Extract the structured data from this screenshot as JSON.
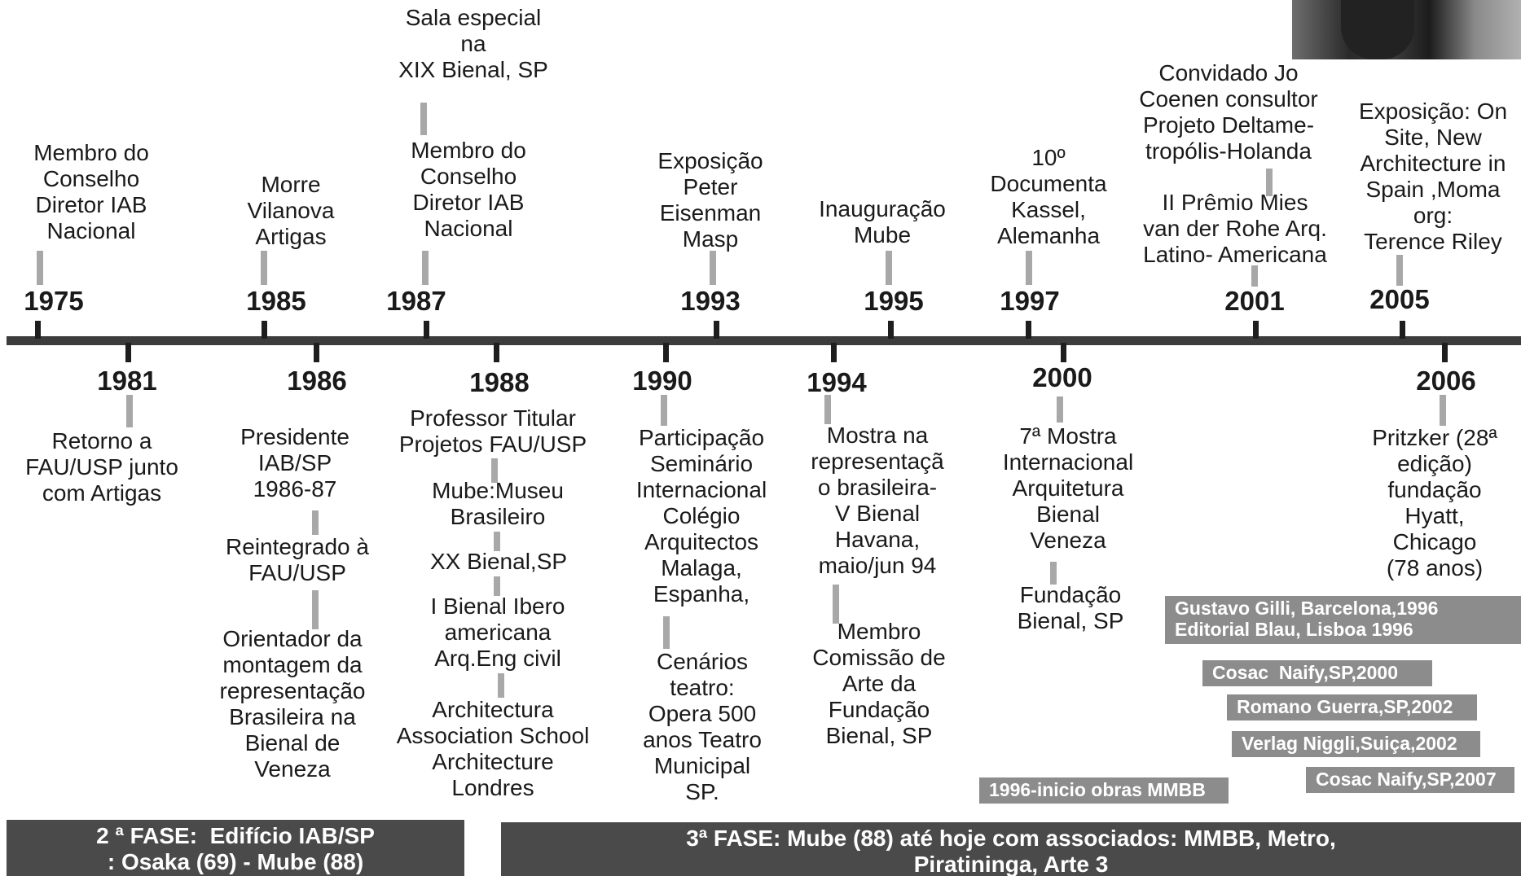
{
  "years": {
    "y1975": "1975",
    "y1981": "1981",
    "y1985": "1985",
    "y1986": "1986",
    "y1987": "1987",
    "y1988": "1988",
    "y1990": "1990",
    "y1993": "1993",
    "y1994": "1994",
    "y1995": "1995",
    "y1997": "1997",
    "y2000": "2000",
    "y2001": "2001",
    "y2005": "2005",
    "y2006": "2006"
  },
  "events": {
    "e1975": "Membro do\nConselho\nDiretor IAB\nNacional",
    "e1985": "Morre\nVilanova\nArtigas",
    "e1987a": "Sala especial\nna\nXIX Bienal, SP",
    "e1987b": "Membro do\nConselho\nDiretor IAB\nNacional",
    "e1993": "Exposição\nPeter\nEisenman\nMasp",
    "e1995": "Inauguração\nMube",
    "e1997": "10º\nDocumenta\nKassel,\nAlemanha",
    "e2001a": "Convidado Jo\nCoenen consultor\nProjeto Deltame-\ntropólis-Holanda",
    "e2001b": "II Prêmio Mies\nvan der Rohe Arq.\nLatino- Americana",
    "e2005": "Exposição: On\nSite, New\nArchitecture in\nSpain ,Moma\norg:\nTerence Riley",
    "e1981": "Retorno a\nFAU/USP junto\ncom Artigas",
    "e1986a": "Presidente\nIAB/SP\n1986-87",
    "e1986b": "Reintegrado à\nFAU/USP",
    "e1986c": "Orientador da\nmontagem da\nrepresentação\nBrasileira na\nBienal de\nVeneza",
    "e1988a": "Professor Titular\nProjetos FAU/USP",
    "e1988b": "Mube:Museu\nBrasileiro",
    "e1988c": "XX Bienal,SP",
    "e1988d": "I Bienal Ibero\namericana\nArq.Eng civil",
    "e1988e": "Architectura\nAssociation School\nArchitecture\nLondres",
    "e1990a": "Participação\nSeminário\nInternacional\nColégio\nArquitectos\nMalaga,\nEspanha,",
    "e1990b": "Cenários\nteatro:\nOpera 500\nanos Teatro\nMunicipal\nSP.",
    "e1994a": "Mostra na\nrepresentaçã\no brasileira-\nV Bienal\nHavana,\nmaio/jun 94",
    "e1994b": "Membro\nComissão de\nArte da\nFundação\nBienal, SP",
    "e2000a": "7ª Mostra\nInternacional\nArquitetura\nBienal\nVeneza",
    "e2000b": "Fundação\nBienal, SP",
    "e2006": "Pritzker (28ª\nedição)\nfundação\nHyatt,\nChicago\n(78 anos)"
  },
  "publications": {
    "p1": "Gustavo Gilli, Barcelona,1996\nEditorial Blau, Lisboa 1996",
    "p2": "Cosac  Naify,SP,2000",
    "p3": "Romano Guerra,SP,2002",
    "p4": "Verlag Niggli,Suiça,2002",
    "p5": "Cosac Naify,SP,2007",
    "p6": "1996-inicio obras MMBB"
  },
  "phases": {
    "phase2": "2 ª FASE:  Edifício IAB/SP\n: Osaka (69) - Mube (88)",
    "phase3": "3ª FASE: Mube (88) até hoje com associados: MMBB, Metro,\nPiratininga, Arte 3"
  }
}
